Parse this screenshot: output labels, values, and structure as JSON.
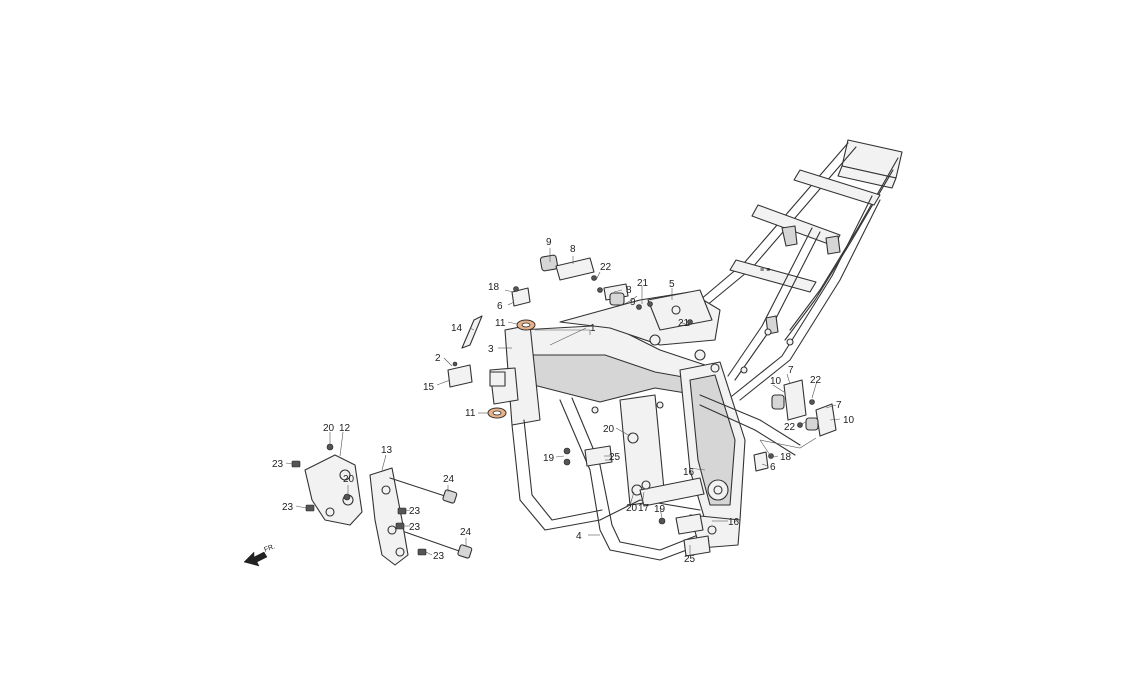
{
  "diagram": {
    "direction_label": "FR.",
    "callouts": {
      "c1": "1",
      "c2": "2",
      "c3": "3",
      "c4": "4",
      "c5": "5",
      "c6a": "6",
      "c6b": "6",
      "c7a": "7",
      "c7b": "7",
      "c8a": "8",
      "c8b": "8",
      "c9a": "9",
      "c9b": "9",
      "c10a": "10",
      "c10b": "10",
      "c11a": "11",
      "c11b": "11",
      "c12": "12",
      "c13": "13",
      "c14": "14",
      "c15": "15",
      "c16a": "16",
      "c16b": "16",
      "c17": "17",
      "c18a": "18",
      "c18b": "18",
      "c19a": "19",
      "c19b": "19",
      "c20a": "20",
      "c20b": "20",
      "c20c": "20",
      "c20d": "20",
      "c21a": "21",
      "c21b": "21",
      "c22a": "22",
      "c22b": "22",
      "c22c": "22",
      "c23a": "23",
      "c23b": "23",
      "c23c": "23",
      "c23d": "23",
      "c23e": "23",
      "c24a": "24",
      "c24b": "24",
      "c25a": "25",
      "c25b": "25"
    }
  }
}
